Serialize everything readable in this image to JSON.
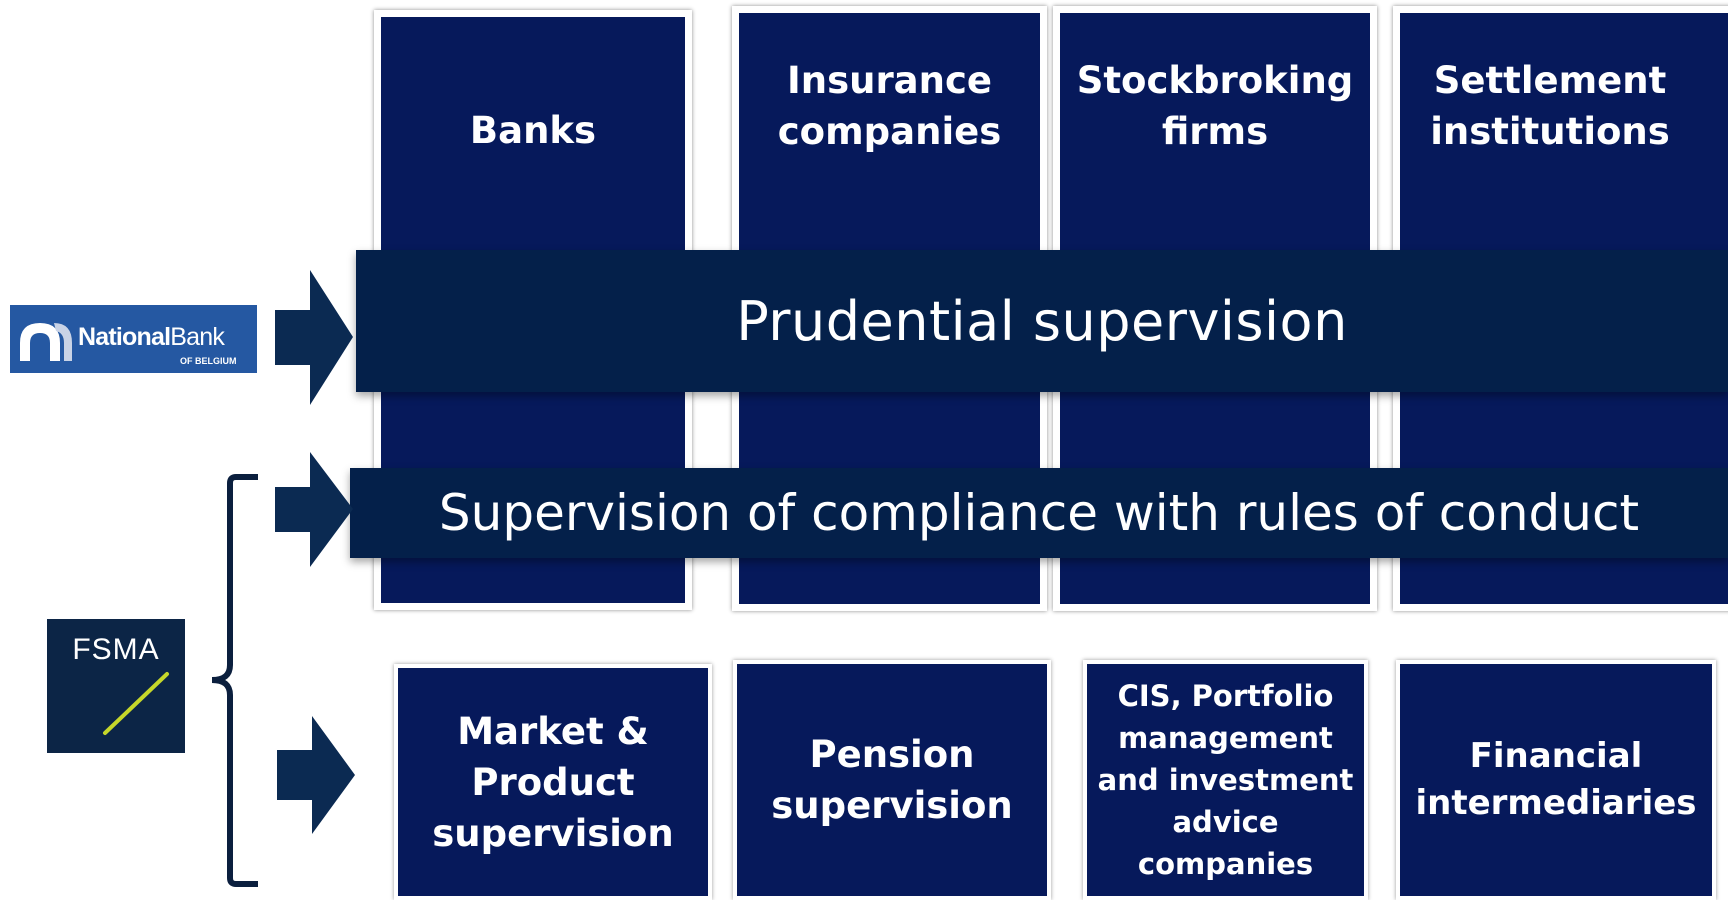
{
  "columns": [
    {
      "label": "Banks"
    },
    {
      "label": "Insurance\ncompanies"
    },
    {
      "label": "Stockbroking\nfirms"
    },
    {
      "label": "Settlement\ninstitutions"
    }
  ],
  "bands": {
    "prudential": "Prudential supervision",
    "conduct": "Supervision of compliance with rules of conduct"
  },
  "bottom_boxes": [
    {
      "label": "Market &\nProduct\nsupervision"
    },
    {
      "label": "Pension\nsupervision"
    },
    {
      "label": "CIS, Portfolio\nmanagement\nand investment\nadvice\ncompanies"
    },
    {
      "label": "Financial\nintermediaries"
    }
  ],
  "logos": {
    "nbb": {
      "main": "National",
      "second": "Bank",
      "sub": "OF BELGIUM"
    },
    "fsma": {
      "text": "FSMA"
    }
  },
  "colors": {
    "box_navy": "#06195b",
    "band_navy": "#04204a",
    "nbb_blue": "#2558a2",
    "fsma_navy": "#0c2546",
    "fsma_slash": "#c6d72a"
  }
}
